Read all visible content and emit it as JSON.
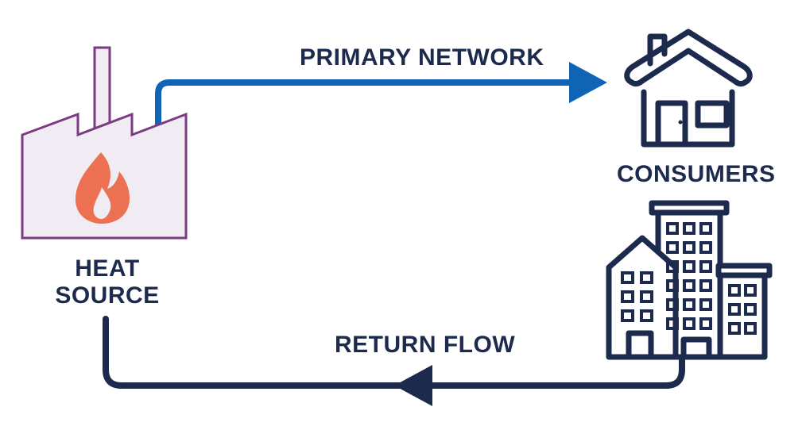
{
  "labels": {
    "primary_network": "PRIMARY NETWORK",
    "consumers": "CONSUMERS",
    "return_flow": "RETURN FLOW",
    "heat_line1": "HEAT",
    "heat_line2": "SOURCE"
  },
  "colors": {
    "primary_pipe": "#0f64b3",
    "return_pipe": "#1c2a4d",
    "factory_outline": "#7b3a83",
    "factory_fill": "#f1ecf3",
    "flame": "#ec7152",
    "building_outline": "#1c2a4d",
    "label_text": "#1c2a4d"
  },
  "icons": [
    "factory-icon",
    "flame-icon",
    "house-icon",
    "apartment-buildings-icon",
    "arrow-right-icon",
    "arrow-left-icon"
  ]
}
